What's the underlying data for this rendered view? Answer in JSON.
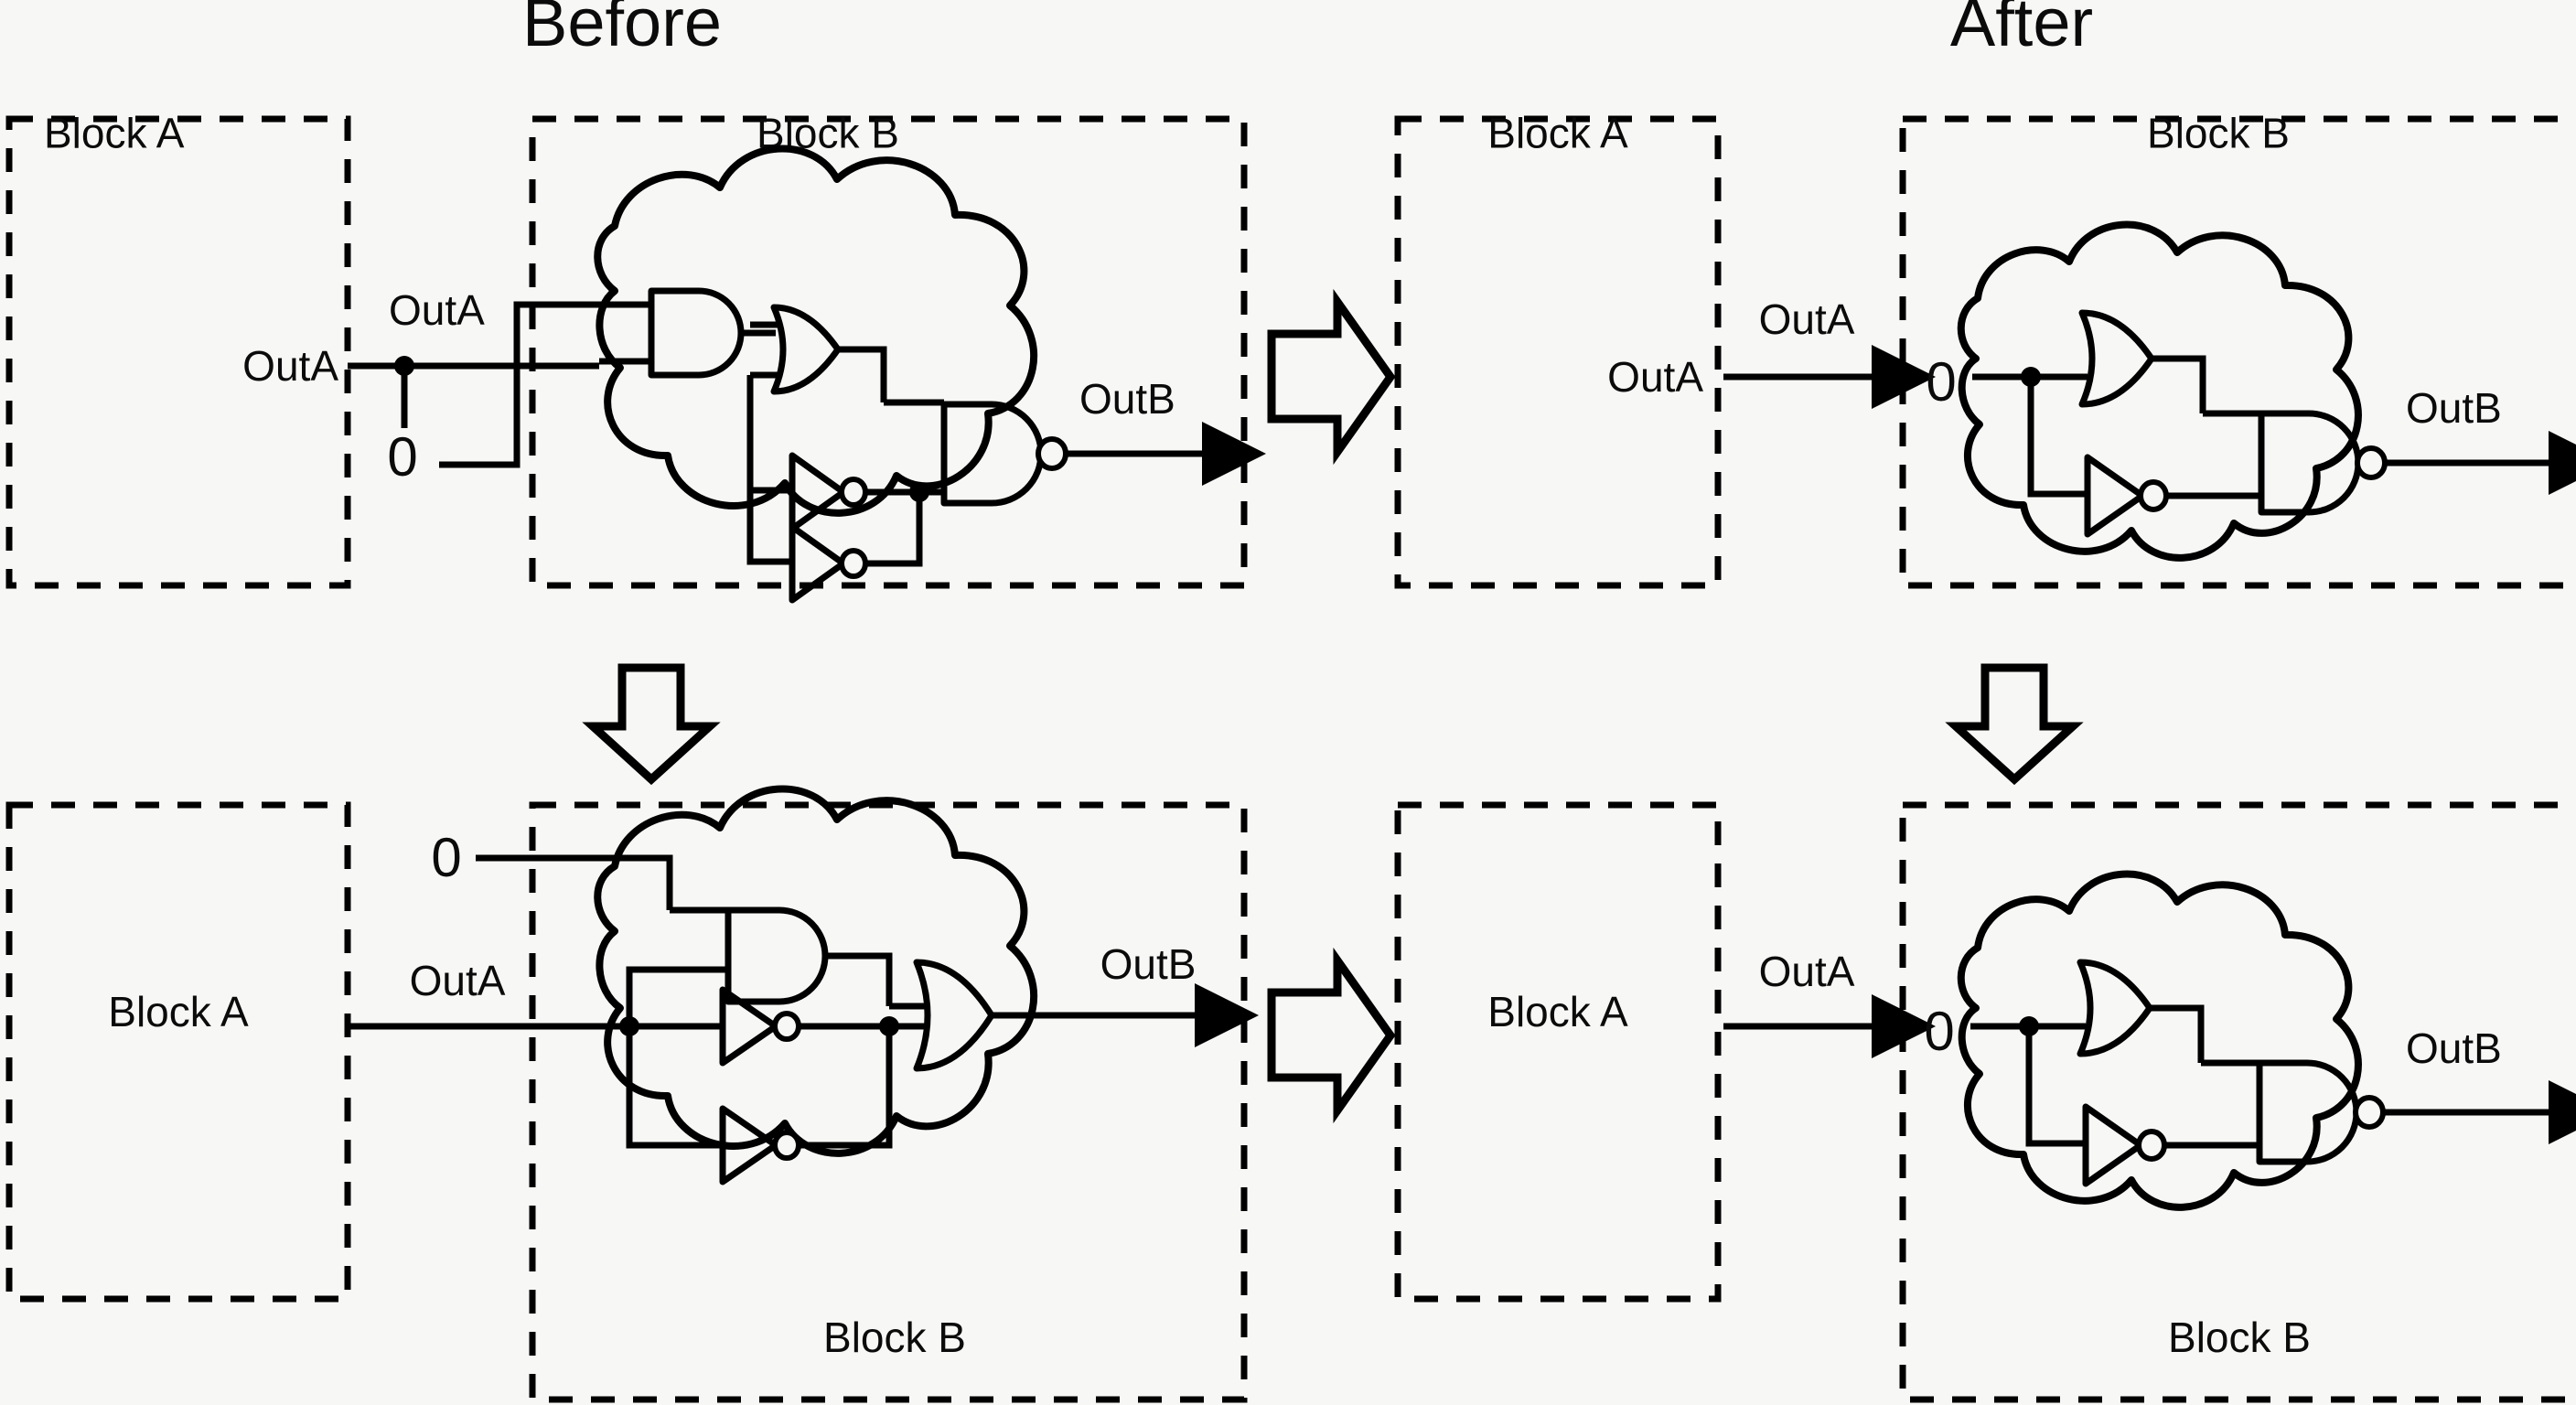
{
  "titles": {
    "before": "Before",
    "after": "After"
  },
  "labels": {
    "block_a": "Block A",
    "block_b": "Block B",
    "out_a": "OutA",
    "out_b": "OutB",
    "zero": "0"
  },
  "icons": {
    "flow_right": "big-right-arrow-icon",
    "flow_down": "big-down-arrow-icon",
    "signal_arrow": "signal-arrowhead-icon",
    "junction": "wire-junction-dot-icon",
    "inversion": "inversion-bubble-icon",
    "cloud": "logic-cloud-icon"
  },
  "colors": {
    "background": "#f7f7f5",
    "ink": "#000000",
    "bubble_fill": "#f7f7f5"
  },
  "panels": [
    {
      "id": "before-top",
      "column": "before",
      "row": "top",
      "block_a_label": "Block A",
      "block_b_label": "Block B",
      "block_a_label_pos": "top",
      "block_b_label_pos": "top",
      "signals": [
        {
          "name": "OutA",
          "role": "block-a-output"
        },
        {
          "name": "OutA",
          "role": "crossing-net"
        },
        {
          "name": "0",
          "role": "constant-driver"
        },
        {
          "name": "OutB",
          "role": "block-b-output"
        }
      ],
      "gates": [
        "AND",
        "OR",
        "INV",
        "INV",
        "NAND"
      ],
      "constant_location": "block-a"
    },
    {
      "id": "after-top",
      "column": "after",
      "row": "top",
      "block_a_label": "Block A",
      "block_b_label": "Block B",
      "block_a_label_pos": "top",
      "block_b_label_pos": "top",
      "signals": [
        {
          "name": "OutA",
          "role": "block-a-output"
        },
        {
          "name": "OutA",
          "role": "crossing-net"
        },
        {
          "name": "0",
          "role": "constant-driver"
        },
        {
          "name": "OutB",
          "role": "block-b-output"
        }
      ],
      "gates": [
        "OR",
        "INV",
        "NAND"
      ],
      "constant_location": "block-b"
    },
    {
      "id": "before-bottom",
      "column": "before",
      "row": "bottom",
      "block_a_label": "Block A",
      "block_b_label": "Block B",
      "block_a_label_pos": "middle",
      "block_b_label_pos": "bottom",
      "signals": [
        {
          "name": "0",
          "role": "constant-driver"
        },
        {
          "name": "OutA",
          "role": "crossing-net"
        },
        {
          "name": "OutB",
          "role": "block-b-output"
        }
      ],
      "gates": [
        "AND",
        "INV",
        "INV",
        "OR"
      ],
      "constant_location": "block-a"
    },
    {
      "id": "after-bottom",
      "column": "after",
      "row": "bottom",
      "block_a_label": "Block A",
      "block_b_label": "Block B",
      "block_a_label_pos": "middle",
      "block_b_label_pos": "bottom",
      "signals": [
        {
          "name": "OutA",
          "role": "crossing-net"
        },
        {
          "name": "0",
          "role": "constant-driver"
        },
        {
          "name": "OutB",
          "role": "block-b-output"
        }
      ],
      "gates": [
        "OR",
        "INV",
        "NAND"
      ],
      "constant_location": "block-b"
    }
  ],
  "flow_arrows": [
    {
      "id": "before-top-to-after-top",
      "direction": "right"
    },
    {
      "id": "before-top-to-before-bottom",
      "direction": "down"
    },
    {
      "id": "after-top-to-after-bottom",
      "direction": "down"
    },
    {
      "id": "before-bottom-to-after-bottom",
      "direction": "right"
    }
  ]
}
